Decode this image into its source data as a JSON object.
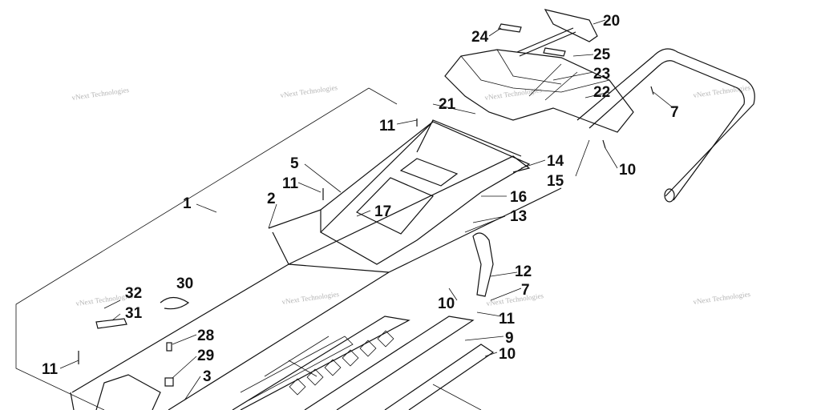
{
  "watermark_text": "vNext Technologies",
  "callouts": [
    "1",
    "2",
    "3",
    "5",
    "7",
    "7",
    "9",
    "10",
    "10",
    "10",
    "11",
    "11",
    "11",
    "11",
    "12",
    "13",
    "14",
    "15",
    "16",
    "17",
    "20",
    "21",
    "22",
    "23",
    "24",
    "25",
    "28",
    "29",
    "30",
    "31",
    "32"
  ],
  "colors": {
    "line": "#111111",
    "watermark": "#9a9a9a",
    "background": "#ffffff"
  }
}
